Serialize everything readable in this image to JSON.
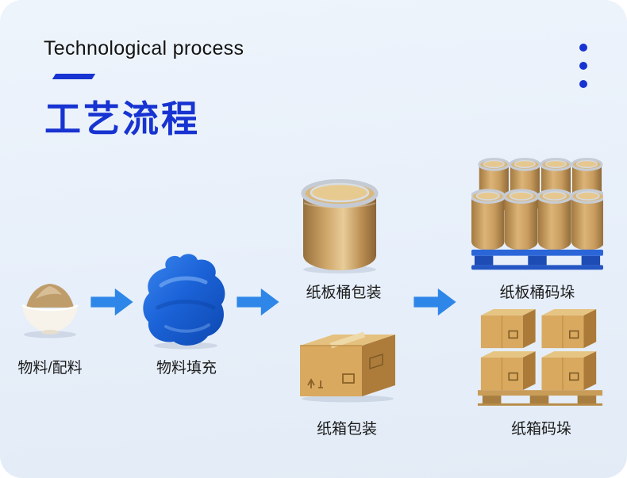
{
  "header": {
    "title_en": "Technological process",
    "title_zh": "工艺流程"
  },
  "flow": {
    "steps": [
      {
        "label": "物料/配料",
        "illustration": "powder-bowl"
      },
      {
        "label": "物料填充",
        "illustration": "blue-vacuum-bag"
      },
      {
        "label": "纸板桶包装",
        "illustration": "fiber-drum"
      },
      {
        "label": "纸箱包装",
        "illustration": "carton-box"
      },
      {
        "label": "纸板桶码垛",
        "illustration": "drums-on-pallet"
      },
      {
        "label": "纸箱码垛",
        "illustration": "cartons-on-pallet"
      }
    ]
  },
  "icons": {
    "menu_dots": "three-vertical-dots"
  },
  "colors": {
    "accent_blue": "#1733d1",
    "arrow_blue": "#2d86e8",
    "panel_background": "#e8effa"
  }
}
